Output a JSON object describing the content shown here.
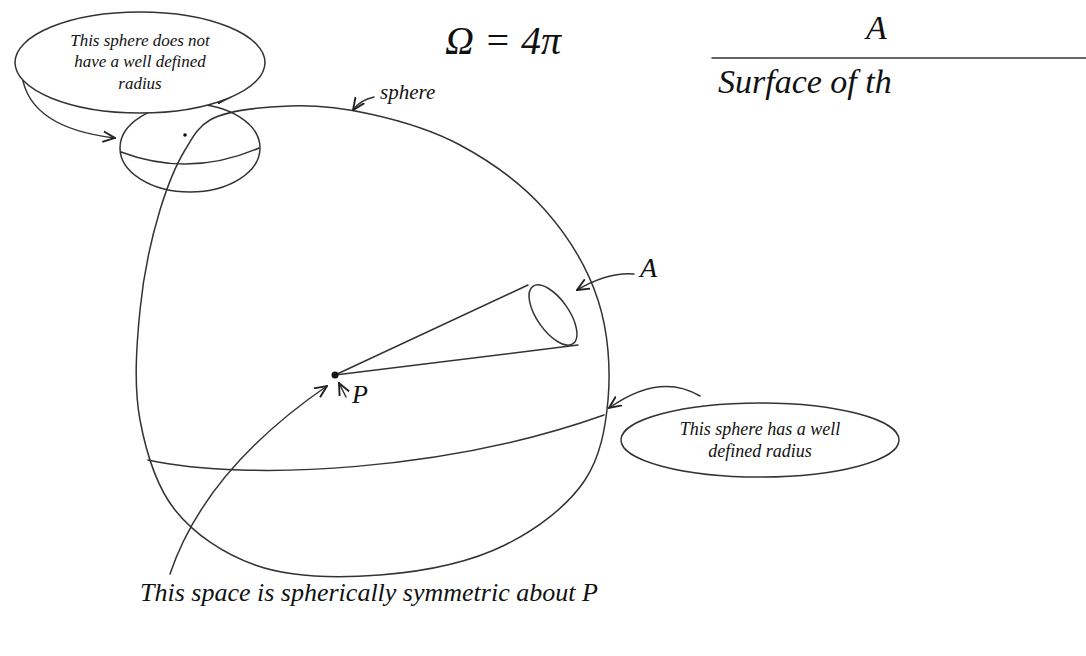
{
  "diagram": {
    "nodes": [
      {
        "text": [
          "This sphere does not have a well defined radius"
        ]
      },
      {
        "text": [
          "This sphere has a well defined radius"
        ]
      }
    ],
    "labels": [
      "Ω = 4π",
      "A",
      "Surface of th",
      "sphere",
      "A",
      "P",
      "This space is spherically symmetric about P"
    ]
  }
}
